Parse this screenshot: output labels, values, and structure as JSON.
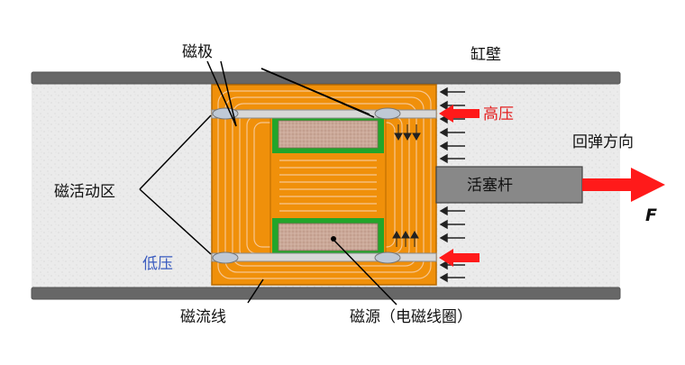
{
  "labels": {
    "pole": "磁极",
    "wall": "缸壁",
    "high_pressure": "高压",
    "rebound_direction": "回弹方向",
    "piston_rod": "活塞杆",
    "force": "F",
    "active_zone": "磁活动区",
    "low_pressure": "低压",
    "flux_line": "磁流线",
    "source": "磁源（电磁线圈）"
  },
  "colors": {
    "core": "#f0900a",
    "flux": "#f7c690",
    "coil_border": "#22a52a",
    "coil_fill": "#c9a696",
    "wall": "#676767",
    "fluid": "#e9e9e9",
    "rod": "#888888",
    "high_pressure_text": "#e32222",
    "low_pressure_text": "#3a5bbf",
    "arrow": "#ff1a1a"
  }
}
